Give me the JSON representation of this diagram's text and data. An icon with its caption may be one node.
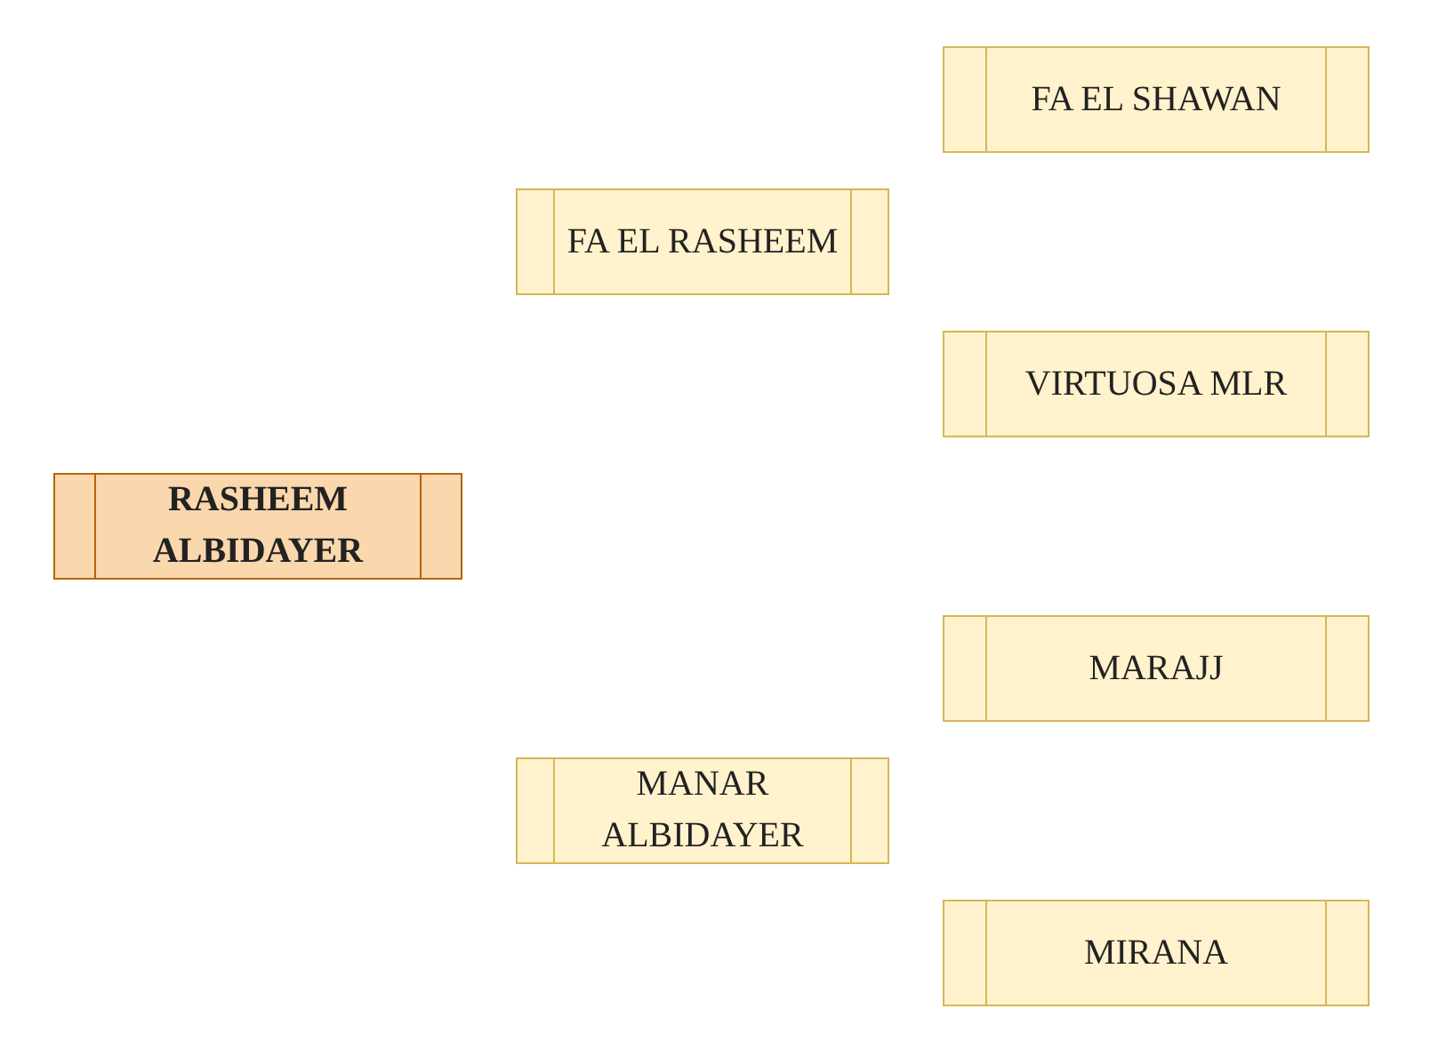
{
  "diagram": {
    "nodes": [
      {
        "text": [
          "RASHEEM ALBIDAYER"
        ]
      },
      {
        "text": [
          "FA EL RASHEEM"
        ]
      },
      {
        "text": [
          "MANAR ALBIDAYER"
        ]
      },
      {
        "text": [
          "FA EL SHAWAN"
        ]
      },
      {
        "text": [
          "VIRTUOSA MLR"
        ]
      },
      {
        "text": [
          "MARAJJ"
        ]
      },
      {
        "text": [
          "MIRANA"
        ]
      }
    ]
  }
}
